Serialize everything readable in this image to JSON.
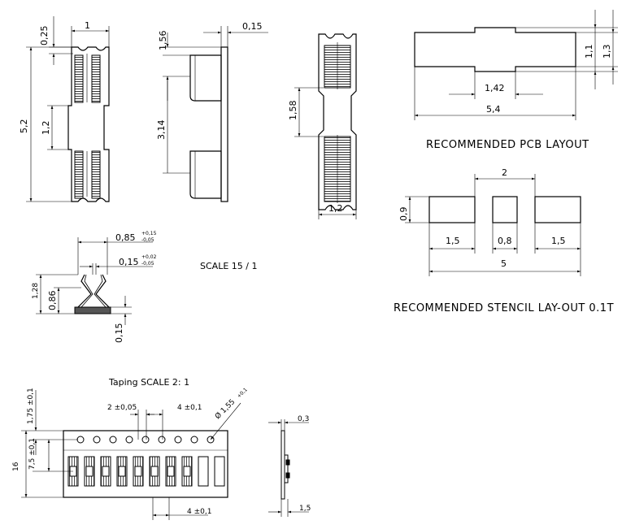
{
  "titles": {
    "pcb": "RECOMMENDED PCB LAYOUT",
    "stencil": "RECOMMENDED STENCIL LAY-OUT 0.1T",
    "scale": "SCALE  15 / 1",
    "taping": "Taping SCALE  2: 1"
  },
  "dims": {
    "front_top_a": "0,25",
    "front_top_b": "1",
    "front_height": "5,2",
    "front_mid": "1,2",
    "side_a": "1,56",
    "side_b": "0,15",
    "side_c": "3,14",
    "back_mid": "1,58",
    "back_width": "1,2",
    "pcb_h1": "1,1",
    "pcb_h2": "1,3",
    "pcb_mid": "1,42",
    "pcb_total": "5,4",
    "st_gap": "2",
    "st_h": "0,9",
    "st_w1": "1,5",
    "st_w2": "0,8",
    "st_w3": "1,5",
    "st_total": "5",
    "prof_a": "0,85",
    "prof_a_tol_up": "+0,15",
    "prof_a_tol_dn": "-0,05",
    "prof_b": "0,15",
    "prof_b_tol_up": "+0,02",
    "prof_b_tol_dn": "-0,05",
    "prof_h1": "1,28",
    "prof_h2": "0,86",
    "prof_t": "0,15",
    "tape_pitch_hole": "2 ±0,05",
    "tape_pitch_a": "4 ±0,1",
    "tape_hole_dia": "Ø 1,55",
    "tape_hole_tol": "+0,1",
    "tape_edge": "1,75 ±0,1",
    "tape_center": "7,5 ±0,1",
    "tape_width": "16",
    "tape_pitch_b": "4 ±0,1",
    "tape_t1": "0,3",
    "tape_t2": "1,5"
  }
}
